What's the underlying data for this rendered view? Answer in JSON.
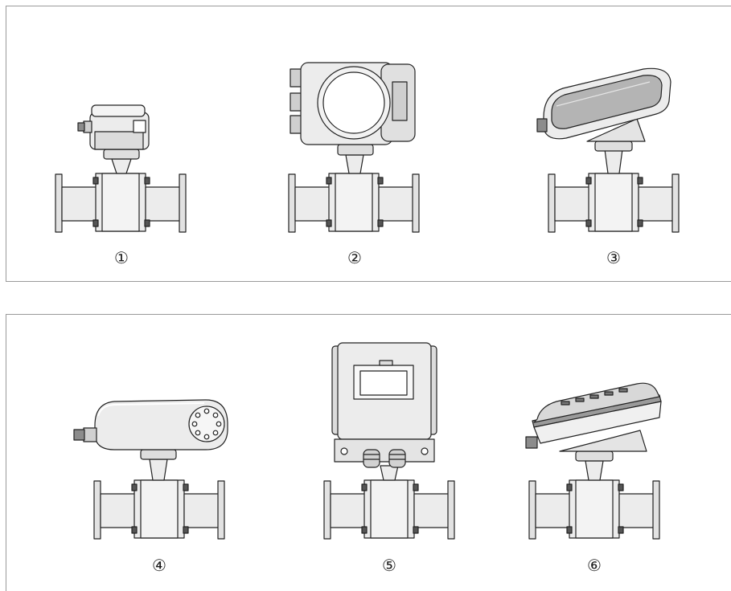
{
  "variants": [
    {
      "number": "①",
      "housing": "compact-small-head"
    },
    {
      "number": "②",
      "housing": "field-round-window"
    },
    {
      "number": "③",
      "housing": "tilted-display-housing"
    },
    {
      "number": "④",
      "housing": "horizontal-dome-housing"
    },
    {
      "number": "⑤",
      "housing": "wall-box-housing"
    },
    {
      "number": "⑥",
      "housing": "flat-tilted-housing"
    }
  ],
  "colors": {
    "stroke": "#222222",
    "body": "#ececec",
    "shade": "#cfcfcf",
    "dark": "#8c8c8c",
    "frame": "#9a9a9a"
  }
}
